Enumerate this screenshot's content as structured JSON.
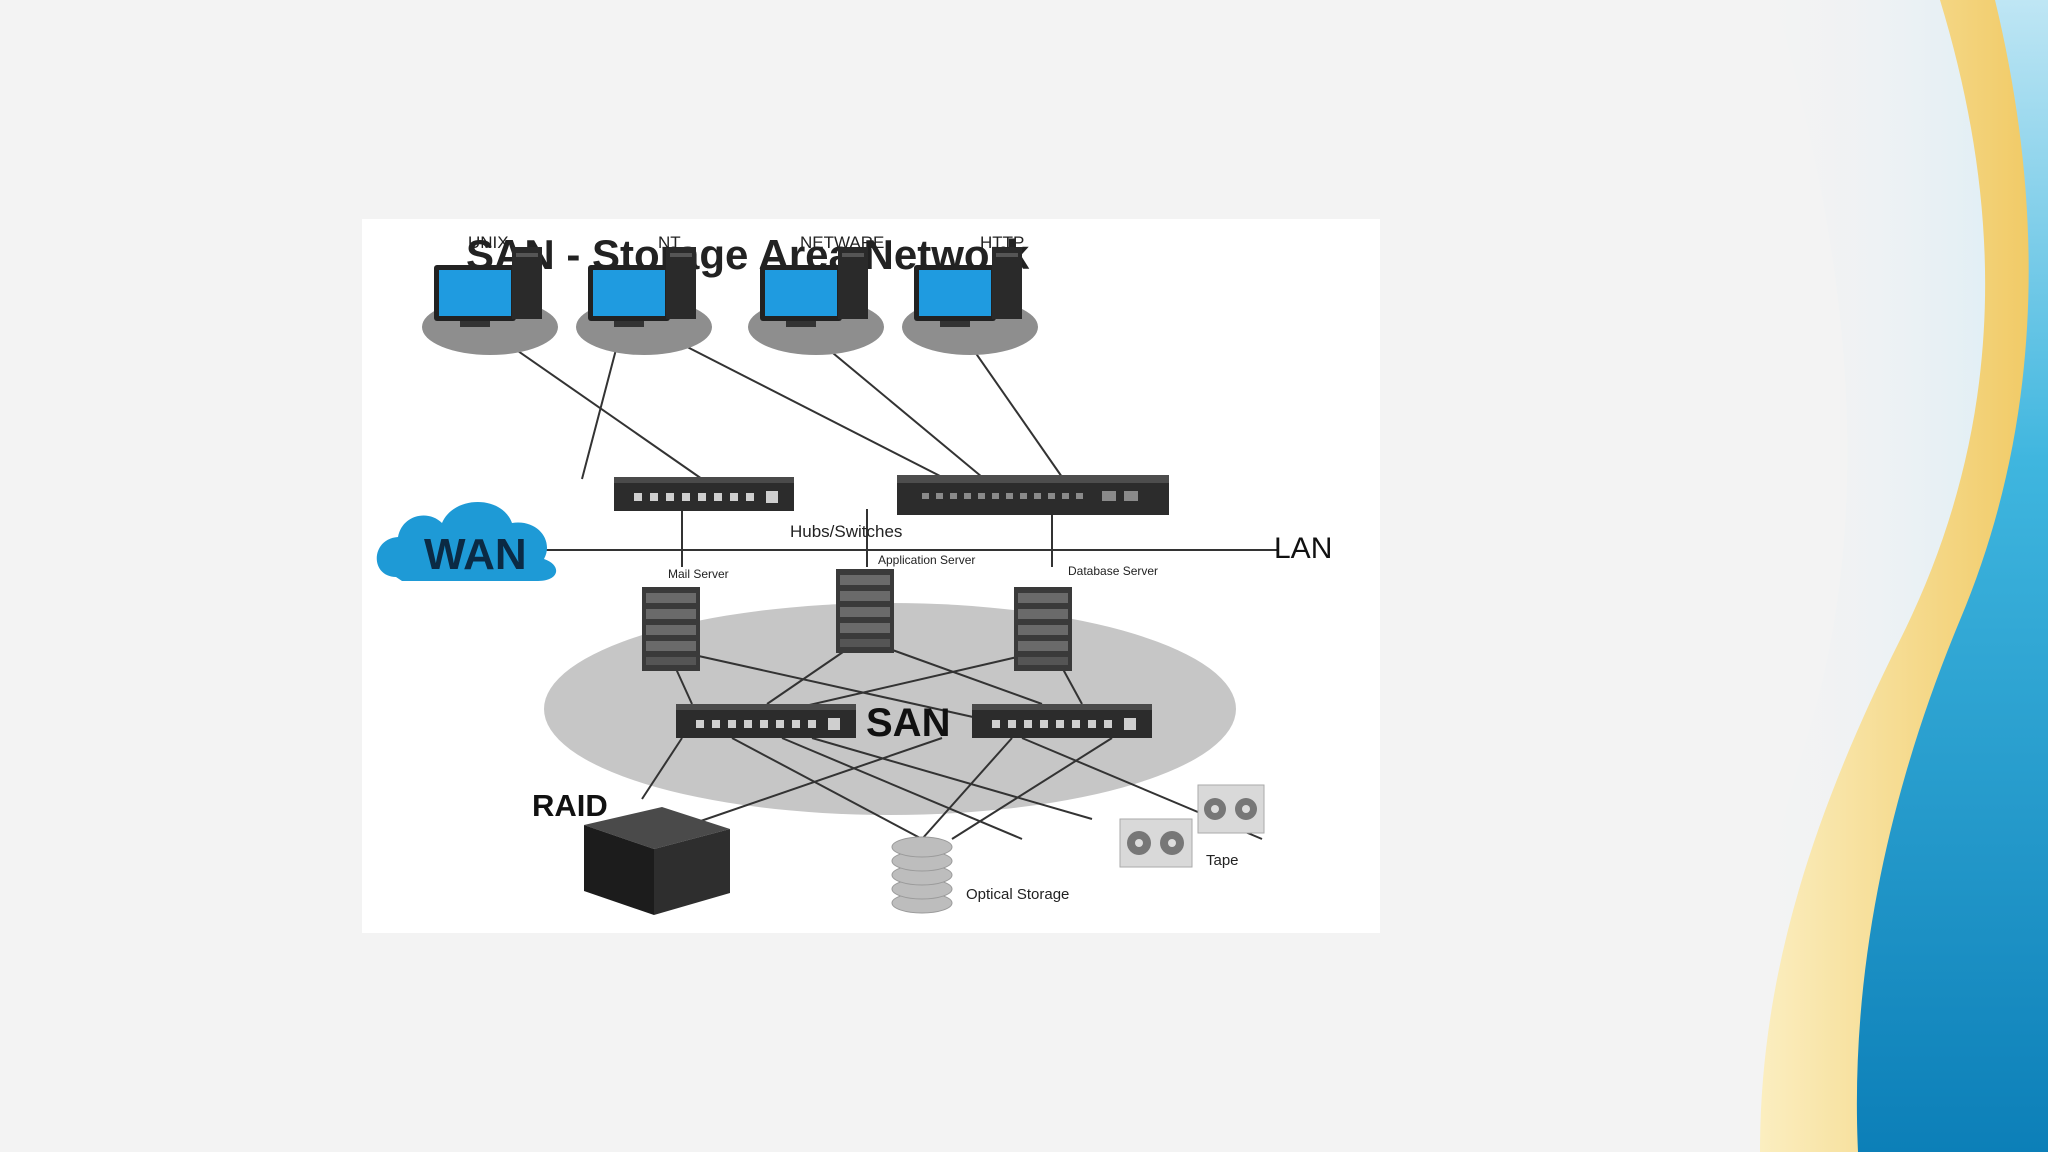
{
  "diagram": {
    "title": "SAN - Storage Area Network",
    "clients": [
      {
        "label": "UNIX"
      },
      {
        "label": "NT"
      },
      {
        "label": "NETWARE"
      },
      {
        "label": "HTTP"
      }
    ],
    "hubs_label": "Hubs/Switches",
    "wan_label": "WAN",
    "lan_label": "LAN",
    "servers": [
      {
        "label": "Mail Server"
      },
      {
        "label": "Application Server"
      },
      {
        "label": "Database Server"
      }
    ],
    "san_label": "SAN",
    "raid_label": "RAID",
    "optical_label": "Optical Storage",
    "tape_label": "Tape"
  },
  "colors": {
    "monitor_screen": "#1f9be0",
    "cloud": "#1e9ad6",
    "san_ellipse": "#c6c6c6",
    "wave_gold": "#f1d58a",
    "wave_blue": "#1492c7"
  },
  "icons": {
    "client": "desktop-computer-icon",
    "switch": "network-switch-icon",
    "server": "server-tower-icon",
    "raid": "raid-storage-icon",
    "optical": "optical-disc-stack-icon",
    "tape": "tape-reel-icon",
    "cloud": "cloud-icon"
  }
}
